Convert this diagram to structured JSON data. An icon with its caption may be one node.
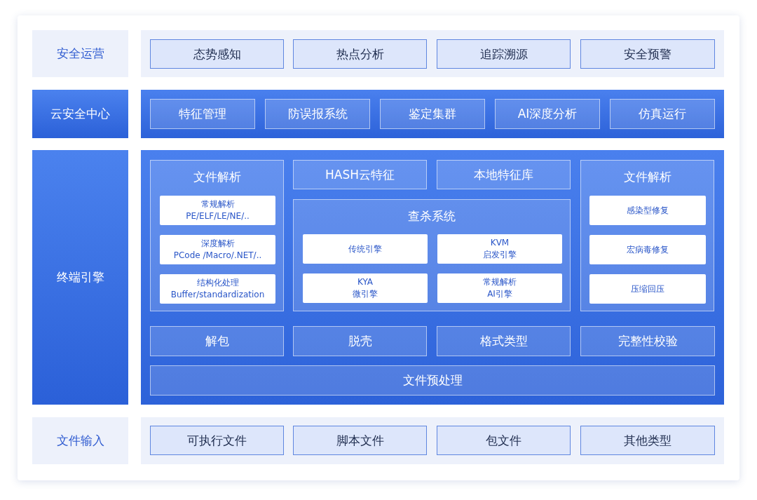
{
  "diagram": {
    "nodes": [
      {
        "text": [
          "安全运营"
        ]
      },
      {
        "text": [],
        "shape": "box"
      },
      {
        "text": [
          "态势感知"
        ],
        "in": 1
      },
      {
        "text": [
          "热点分析"
        ],
        "in": 1
      },
      {
        "text": [
          "追踪溯源"
        ],
        "in": 1
      },
      {
        "text": [
          "安全预警"
        ],
        "in": 1
      },
      {
        "text": [
          "云安全中心"
        ]
      },
      {
        "text": [],
        "shape": "box"
      },
      {
        "text": [
          "特征管理"
        ],
        "in": 7
      },
      {
        "text": [
          "防误报系统"
        ],
        "in": 7
      },
      {
        "text": [
          "鉴定集群"
        ],
        "in": 7
      },
      {
        "text": [
          "AI深度分析"
        ],
        "in": 7
      },
      {
        "text": [
          "仿真运行"
        ],
        "in": 7
      },
      {
        "text": [
          "终端引擎"
        ]
      },
      {
        "text": [],
        "shape": "box"
      },
      {
        "text": [
          "文件解析"
        ],
        "in": 14
      },
      {
        "text": [
          "常规解析",
          "PE/ELF/LE/NE/.."
        ],
        "in": 15
      },
      {
        "text": [
          "深度解析",
          "PCode /Macro/.NET/.."
        ],
        "in": 15
      },
      {
        "text": [
          "结构化处理",
          "Buffer/standardization"
        ],
        "in": 15
      },
      {
        "text": [
          "HASH云特征"
        ],
        "in": 14
      },
      {
        "text": [
          "本地特征库"
        ],
        "in": 14
      },
      {
        "text": [
          "查杀系统"
        ],
        "in": 14
      },
      {
        "text": [
          "传统引擎"
        ],
        "in": 21
      },
      {
        "text": [
          "KVM",
          "启发引擎"
        ],
        "in": 21
      },
      {
        "text": [
          "KYA",
          "微引擎"
        ],
        "in": 21
      },
      {
        "text": [
          "常规解析",
          "AI引擎"
        ],
        "in": 21
      },
      {
        "text": [
          "文件解析"
        ],
        "in": 14
      },
      {
        "text": [
          "感染型修复"
        ],
        "in": 26
      },
      {
        "text": [
          "宏病毒修复"
        ],
        "in": 26
      },
      {
        "text": [
          "压缩回压"
        ],
        "in": 26
      },
      {
        "text": [
          "解包"
        ],
        "in": 14
      },
      {
        "text": [
          "脱壳"
        ],
        "in": 14
      },
      {
        "text": [
          "格式类型"
        ],
        "in": 14
      },
      {
        "text": [
          "完整性校验"
        ],
        "in": 14
      },
      {
        "text": [
          "文件预处理"
        ],
        "in": 14
      },
      {
        "text": [
          "文件输入"
        ]
      },
      {
        "text": [],
        "shape": "box"
      },
      {
        "text": [
          "可执行文件"
        ],
        "in": 36
      },
      {
        "text": [
          "脚本文件"
        ],
        "in": 36
      },
      {
        "text": [
          "包文件"
        ],
        "in": 36
      },
      {
        "text": [
          "其他类型"
        ],
        "in": 36
      }
    ]
  }
}
